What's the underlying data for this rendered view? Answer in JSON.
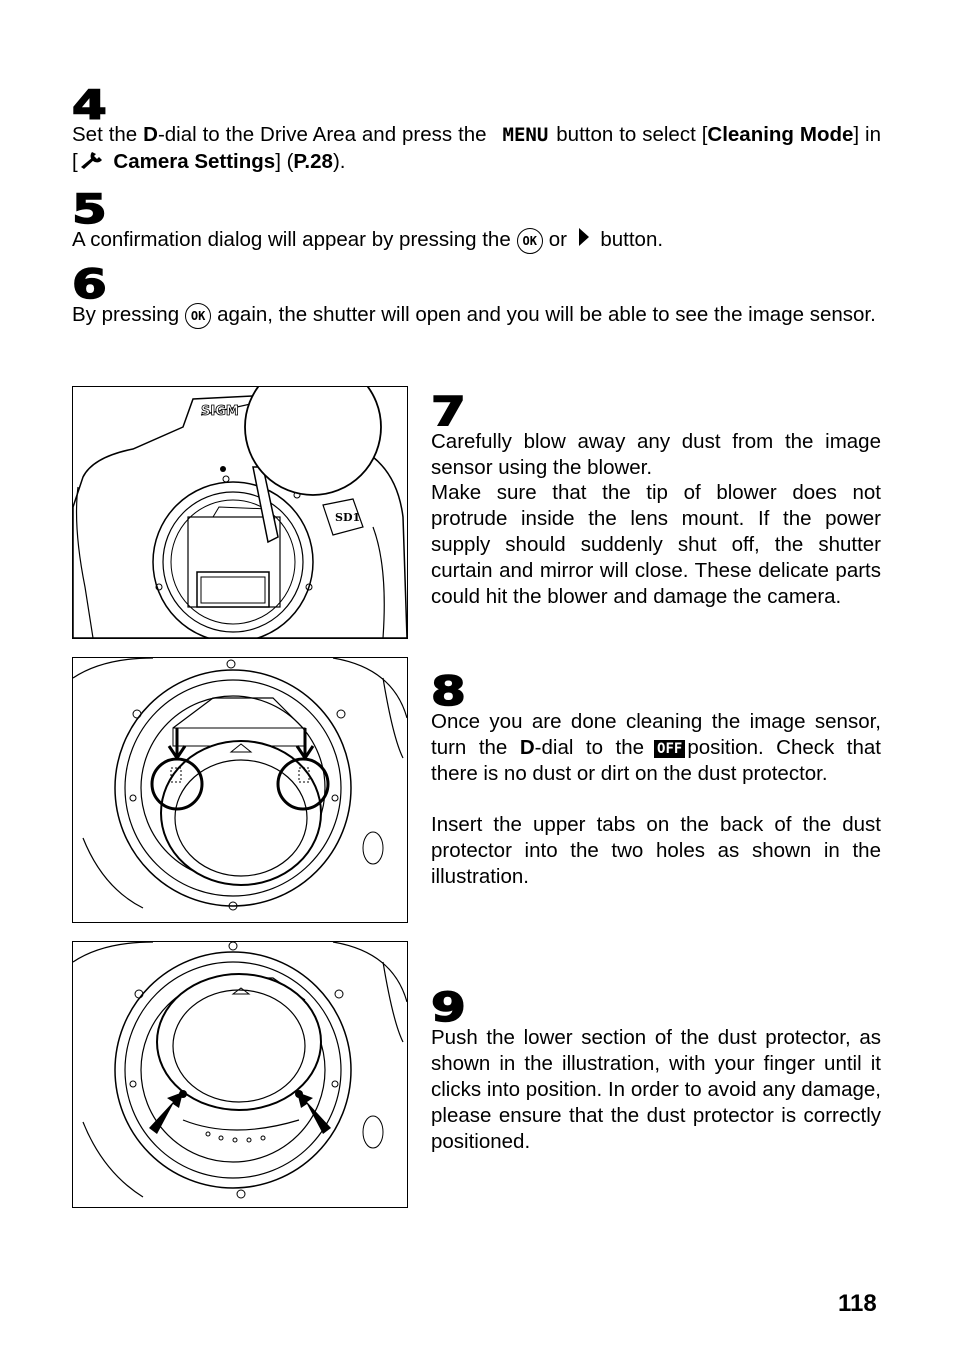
{
  "steps": [
    {
      "num": "4",
      "text_a": "Set the ",
      "b1": "D",
      "text_b": "-dial to the Drive Area and press the",
      "menu": "MENU",
      "text_c": "button to select [",
      "b2": "Cleaning Mode",
      "text_d": "] in [",
      "b3": "Camera Settings",
      "text_e": "] (",
      "b4": "P.28",
      "text_f": ")."
    },
    {
      "num": "5",
      "text_a": "A confirmation dialog will appear by pressing the",
      "ok": "OK",
      "text_b": "or",
      "text_c": "button."
    },
    {
      "num": "6",
      "text_a": "By pressing",
      "ok": "OK",
      "text_b": "again, the shutter will open and you will be able to see the image sensor."
    },
    {
      "num": "7",
      "p1": "Carefully blow away any dust from the image sensor using the blower.",
      "p2": "Make sure that the tip of blower does not protrude inside the lens mount. If the power supply should suddenly shut off, the shutter curtain and mirror will close. These delicate parts could hit the blower and damage the camera."
    },
    {
      "num": "8",
      "text_a": "Once you are done cleaning the image sensor, turn the ",
      "b1": "D",
      "text_b": "-dial to the",
      "off": "OFF",
      "text_c": "position. Check that there is no dust or dirt on the dust protector.",
      "p2": "Insert the upper tabs on the back of the dust protector into the two holes as shown in the illustration."
    },
    {
      "num": "9",
      "p1": "Push the lower section of the dust protector, as shown in the illustration, with your finger until it clicks into position.   In order to avoid any damage, please ensure that the dust protector is correctly positioned."
    }
  ],
  "figures": {
    "fig1_brand": "SIGM",
    "fig1_model": "SD1"
  },
  "icons": {
    "wrench": "wrench-icon",
    "ok": "ok-button-icon",
    "right": "right-arrow-button-icon"
  },
  "page_number": "118"
}
